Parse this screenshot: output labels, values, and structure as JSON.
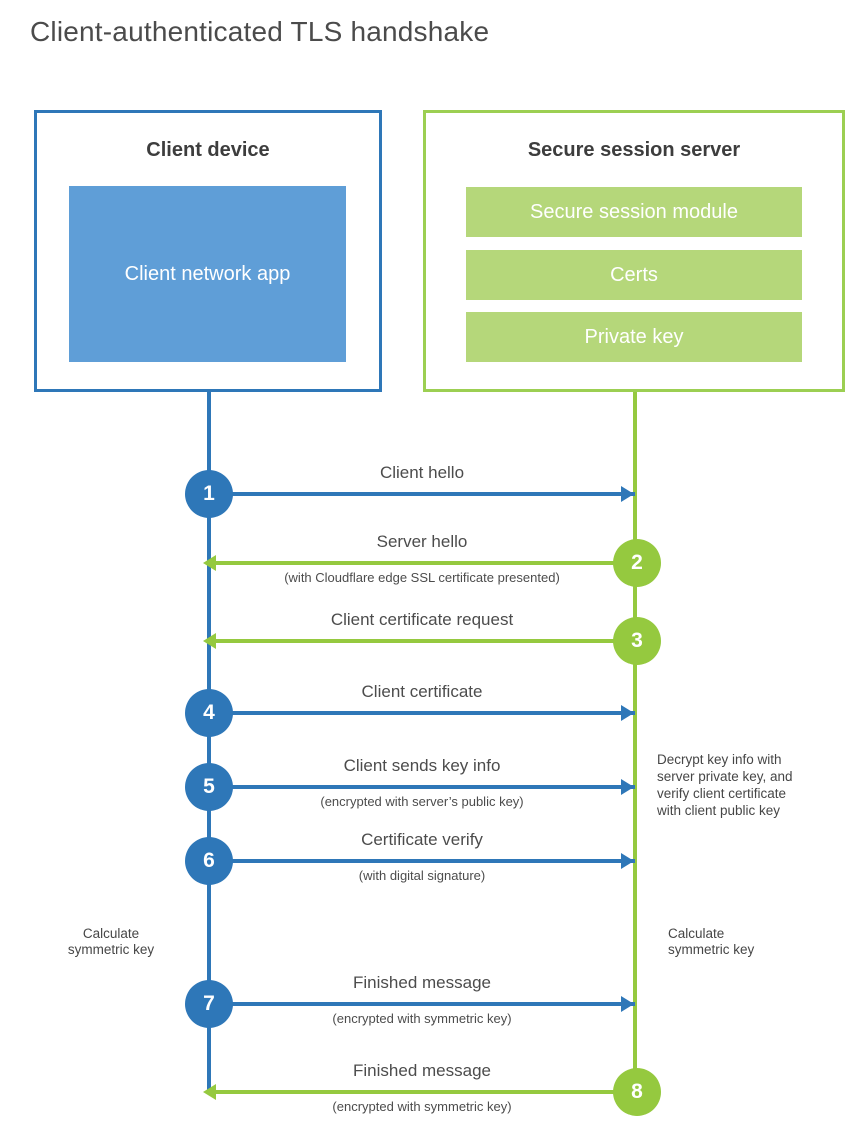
{
  "title": "Client-authenticated TLS handshake",
  "colors": {
    "client_blue": "#2e77b8",
    "client_fill_blue": "#5f9ed7",
    "server_green": "#95c93f",
    "server_border_green": "#9ccf52",
    "server_fill_green": "#b5d77a",
    "text_dark": "#3d3d3d",
    "text_gray": "#4c4c4c"
  },
  "client": {
    "title": "Client device",
    "app_label": "Client network app"
  },
  "server": {
    "title": "Secure session server",
    "modules": [
      "Secure session module",
      "Certs",
      "Private key"
    ]
  },
  "steps": [
    {
      "number": "1",
      "from": "client",
      "direction": "right",
      "label": "Client hello",
      "sublabel": ""
    },
    {
      "number": "2",
      "from": "server",
      "direction": "left",
      "label": "Server hello",
      "sublabel": "(with Cloudflare edge SSL certificate presented)"
    },
    {
      "number": "3",
      "from": "server",
      "direction": "left",
      "label": "Client certificate request",
      "sublabel": ""
    },
    {
      "number": "4",
      "from": "client",
      "direction": "right",
      "label": "Client certificate",
      "sublabel": ""
    },
    {
      "number": "5",
      "from": "client",
      "direction": "right",
      "label": "Client sends key info",
      "sublabel": "(encrypted with server’s public key)"
    },
    {
      "number": "6",
      "from": "client",
      "direction": "right",
      "label": "Certificate verify",
      "sublabel": "(with digital signature)"
    },
    {
      "number": "7",
      "from": "client",
      "direction": "right",
      "label": "Finished message",
      "sublabel": "(encrypted with symmetric key)"
    },
    {
      "number": "8",
      "from": "server",
      "direction": "left",
      "label": "Finished message",
      "sublabel": "(encrypted with symmetric key)"
    }
  ],
  "notes": {
    "decrypt": "Decrypt key info with server private key, and verify client certificate with client public key",
    "calculate_left": "Calculate symmetric key",
    "calculate_right": "Calculate symmetric key"
  }
}
